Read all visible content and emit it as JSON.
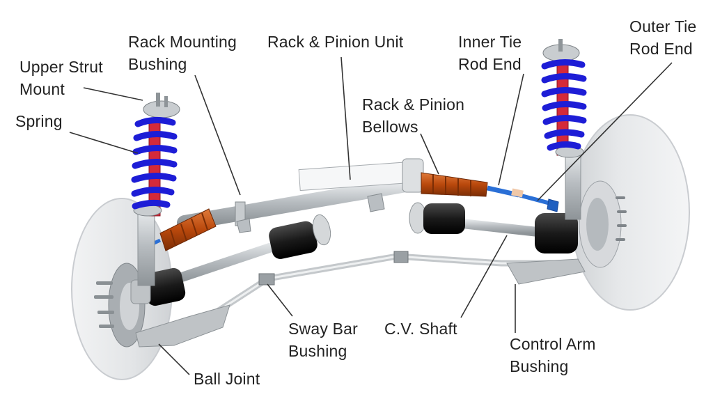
{
  "colors": {
    "spring": "#1d1dd6",
    "damper": "#d42a3a",
    "boot": "#c2500f",
    "rubber": "#1a1a1a",
    "metal": "#b9bec2",
    "tire": "#e6e8ea",
    "leader": "#333333",
    "tie_rod": "#2a6fd6"
  },
  "labels": {
    "rack_mounting_bushing": [
      "Rack Mounting",
      "Bushing"
    ],
    "rack_pinion_unit": [
      "Rack & Pinion Unit"
    ],
    "inner_tie_rod_end": [
      "Inner Tie",
      "Rod End"
    ],
    "outer_tie_rod_end": [
      "Outer Tie",
      "Rod End"
    ],
    "upper_strut_mount": [
      "Upper Strut",
      "Mount"
    ],
    "spring": [
      "Spring"
    ],
    "rack_pinion_bellows": [
      "Rack & Pinion",
      "Bellows"
    ],
    "sway_bar_bushing": [
      "Sway Bar",
      "Bushing"
    ],
    "cv_shaft": [
      "C.V. Shaft"
    ],
    "control_arm_bushing": [
      "Control Arm",
      "Bushing"
    ],
    "ball_joint": [
      "Ball Joint"
    ]
  }
}
